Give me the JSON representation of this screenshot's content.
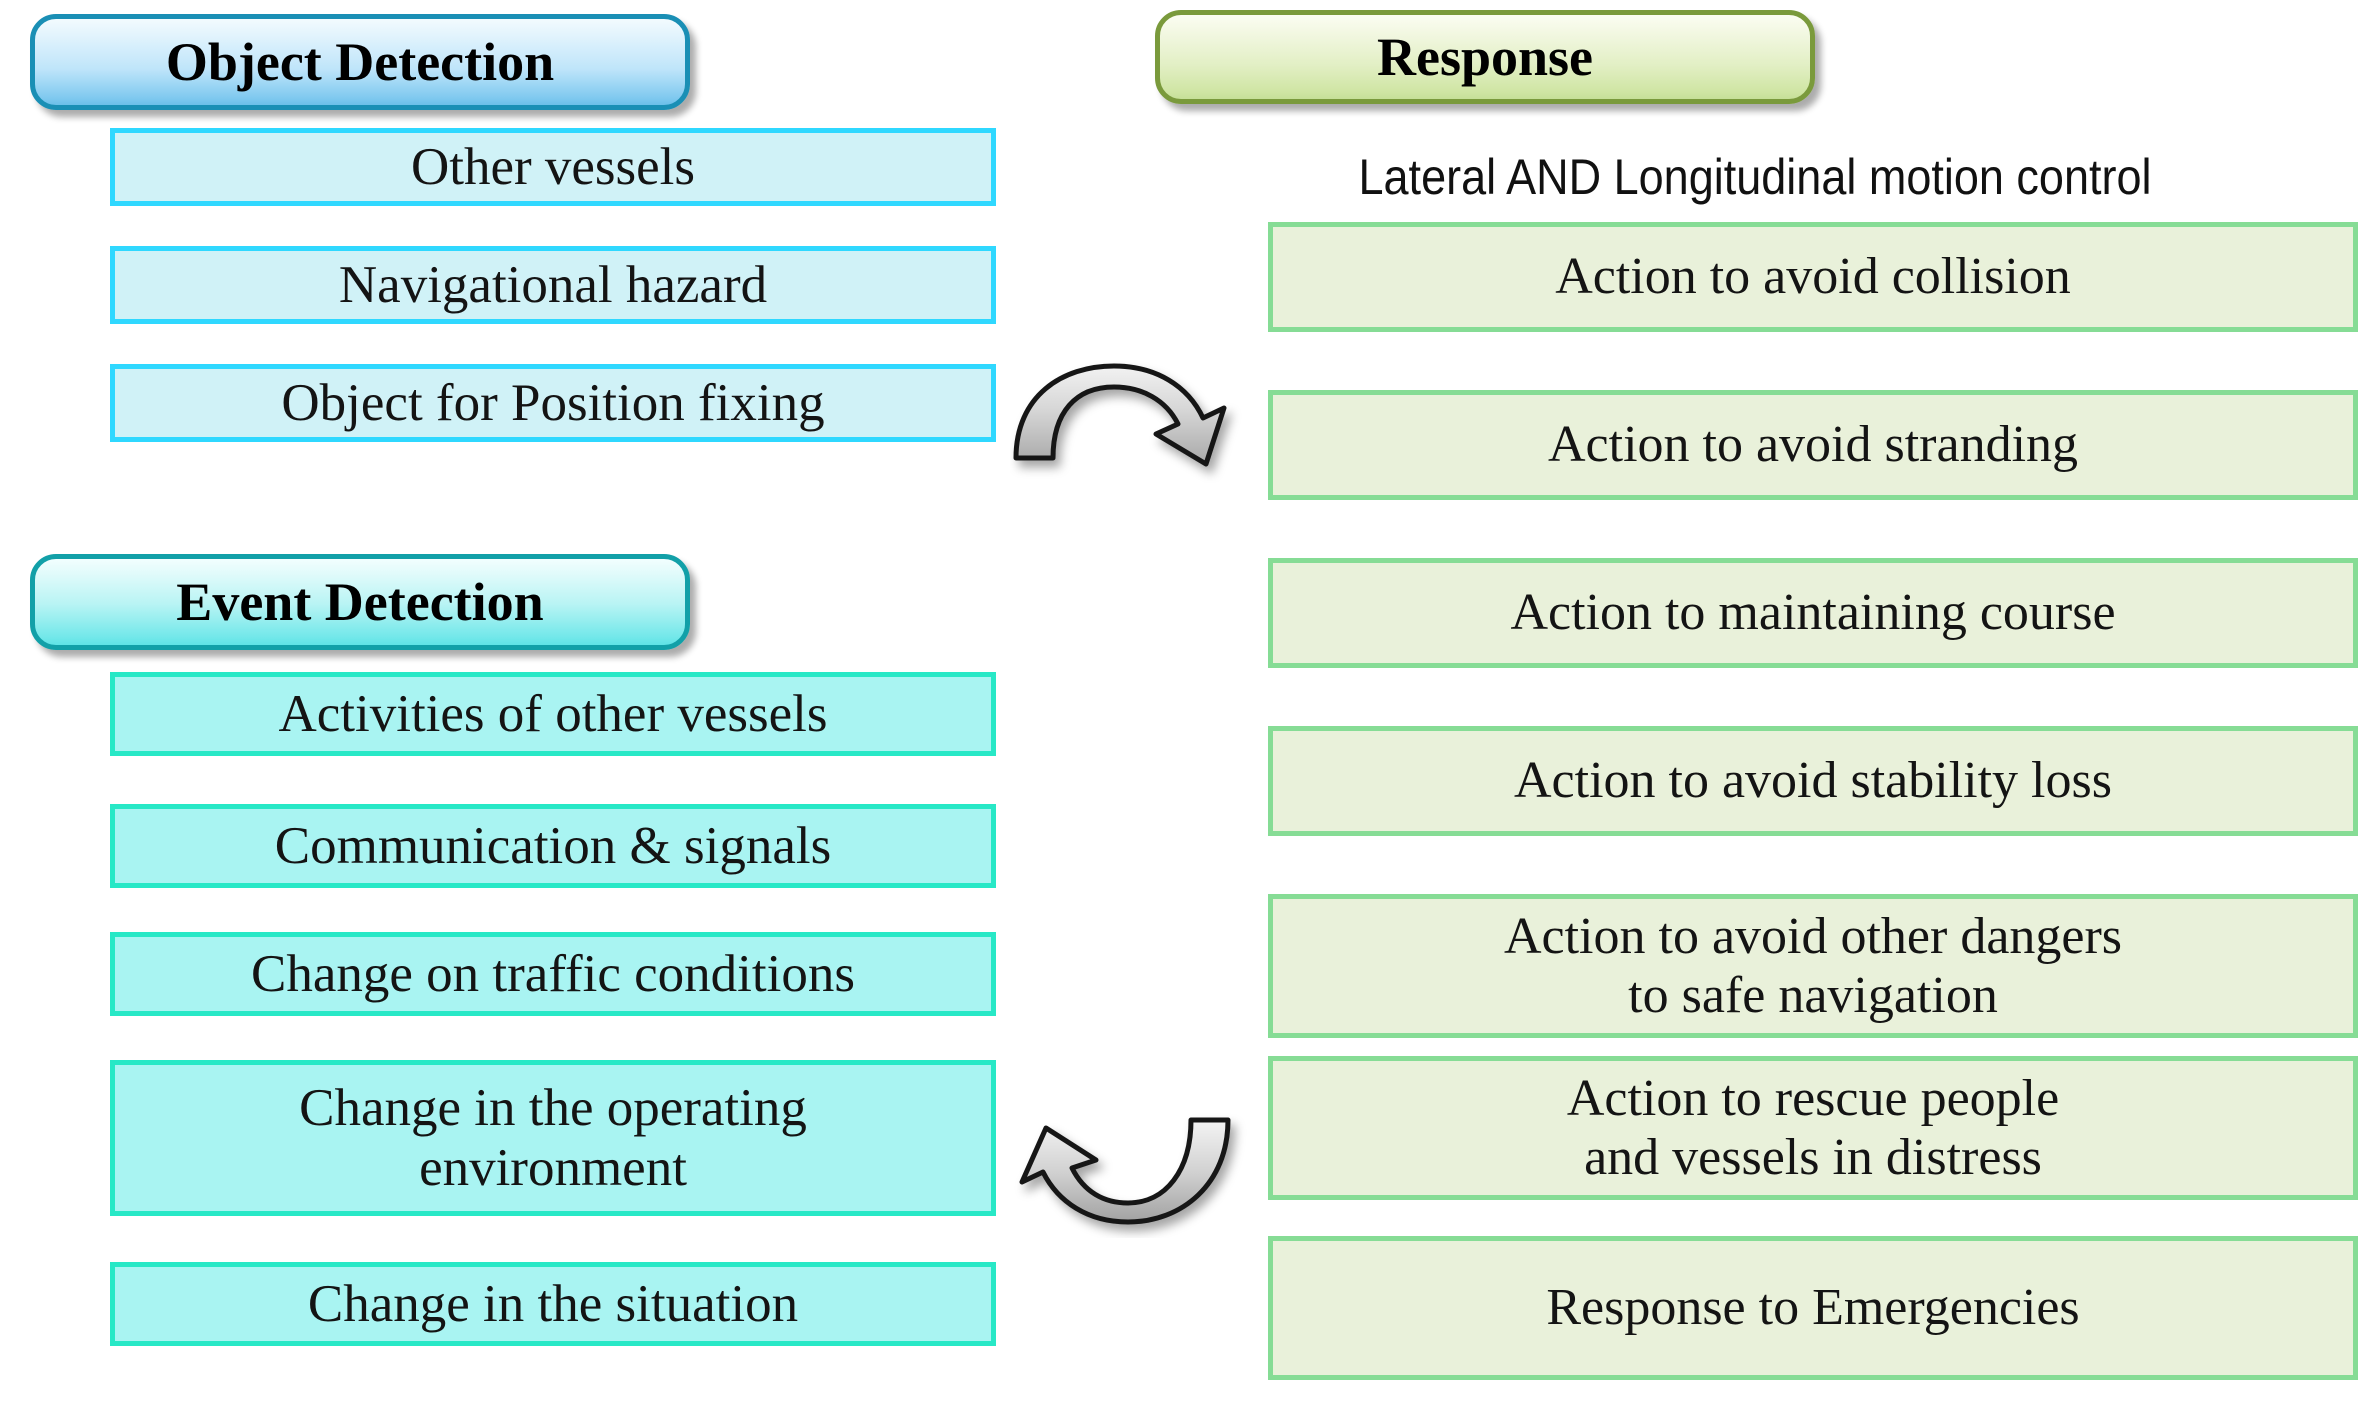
{
  "diagram": {
    "title_semantic": "maritime-autonomous-navigation-detection-response-mapping",
    "colors": {
      "object_detection_fill": "#d0f2f7",
      "object_detection_border": "#2fd8ff",
      "object_detection_header_border": "#1a8fb5",
      "event_detection_fill": "#a9f4f2",
      "event_detection_border": "#27e8c6",
      "event_detection_header_border": "#12a0a8",
      "response_fill": "#e9f1da",
      "response_border": "#86dc95",
      "response_header_border": "#7a9a3c",
      "arrow_fill": "#c8c8c8",
      "arrow_stroke": "#1a1a1a",
      "text": "#141414",
      "background": "#ffffff"
    }
  },
  "left_column": {
    "object_detection": {
      "header": "Object Detection",
      "items": [
        {
          "label": "Other vessels"
        },
        {
          "label": "Navigational hazard"
        },
        {
          "label": "Object for Position fixing"
        }
      ]
    },
    "event_detection": {
      "header": "Event Detection",
      "items": [
        {
          "label": "Activities of other vessels"
        },
        {
          "label": "Communication & signals"
        },
        {
          "label": "Change on traffic conditions"
        },
        {
          "label": "Change in the operating\nenvironment"
        },
        {
          "label": "Change in the situation"
        }
      ]
    }
  },
  "right_column": {
    "response": {
      "header": "Response",
      "subtitle": "Lateral AND Longitudinal motion control",
      "items": [
        {
          "label": "Action to avoid collision"
        },
        {
          "label": "Action to avoid stranding"
        },
        {
          "label": "Action to maintaining course"
        },
        {
          "label": "Action to avoid stability loss"
        },
        {
          "label": "Action to avoid other dangers\nto safe navigation"
        },
        {
          "label": "Action to rescue people\nand vessels in distress"
        },
        {
          "label": "Response to Emergencies"
        }
      ]
    }
  },
  "connectors": [
    {
      "name": "arrow-top",
      "shape": "curved-arc-arrow",
      "direction": "right",
      "bulge": "up"
    },
    {
      "name": "arrow-bottom",
      "shape": "curved-arc-arrow",
      "direction": "left",
      "bulge": "down"
    }
  ]
}
